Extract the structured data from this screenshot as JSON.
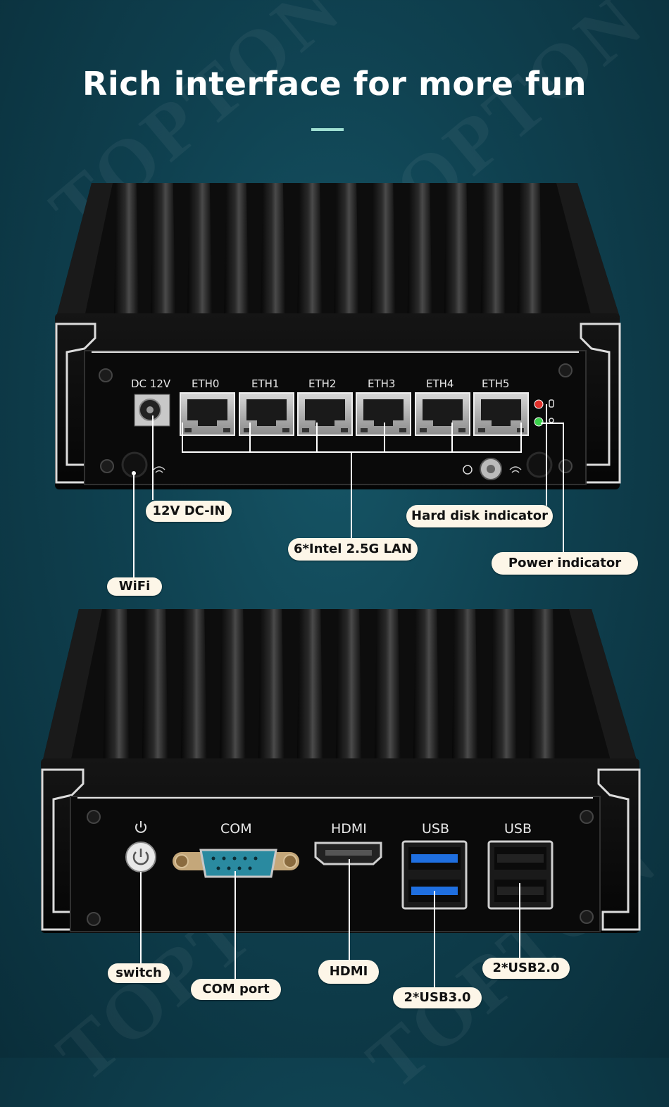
{
  "title": "Rich interface for more fun",
  "watermark": "TOPTON",
  "top_device": {
    "port_labels": {
      "dc": "DC 12V",
      "eth": [
        "ETH0",
        "ETH1",
        "ETH2",
        "ETH3",
        "ETH4",
        "ETH5"
      ]
    },
    "callouts": {
      "dc_in": "12V DC-IN",
      "lan": "6*Intel 2.5G LAN",
      "hdd": "Hard disk indicator",
      "power": "Power indicator",
      "wifi": "WiFi"
    },
    "colors": {
      "hdd_led": "#e0302a",
      "power_led": "#3ad04a"
    }
  },
  "bottom_device": {
    "port_labels": {
      "com": "COM",
      "hdmi": "HDMI",
      "usb_left": "USB",
      "usb_right": "USB"
    },
    "callouts": {
      "switch": "switch",
      "com": "COM port",
      "hdmi": "HDMI",
      "usb3": "2*USB3.0",
      "usb2": "2*USB2.0"
    },
    "colors": {
      "com_connector": "#2a8aa0",
      "usb3_tongue": "#1f6fe0"
    }
  }
}
